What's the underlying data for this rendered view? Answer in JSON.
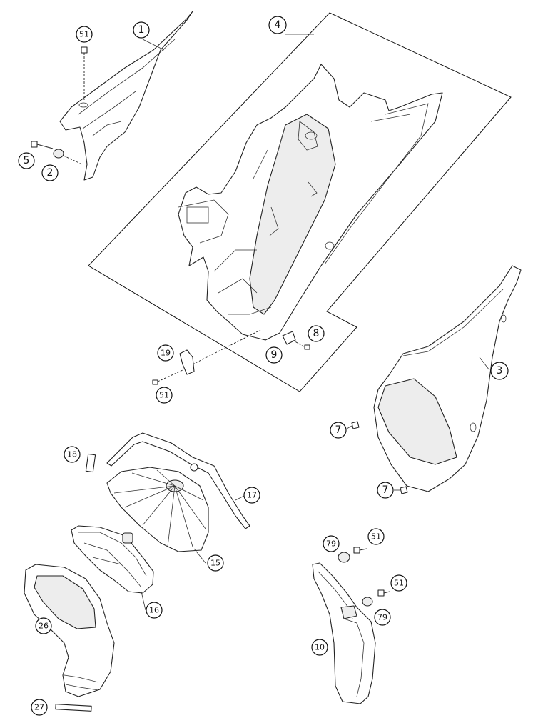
{
  "callouts": {
    "c1": "1",
    "c2": "2",
    "c3": "3",
    "c4": "4",
    "c5": "5",
    "c7a": "7",
    "c7b": "7",
    "c8": "8",
    "c9": "9",
    "c10": "10",
    "c15": "15",
    "c16": "16",
    "c17": "17",
    "c18": "18",
    "c19": "19",
    "c26": "26",
    "c27": "27",
    "c51a": "51",
    "c51b": "51",
    "c51c": "51",
    "c51d": "51",
    "c79a": "79",
    "c79b": "79"
  },
  "colors": {
    "ink": "#222222",
    "background": "#ffffff",
    "shade": "#ededed"
  }
}
